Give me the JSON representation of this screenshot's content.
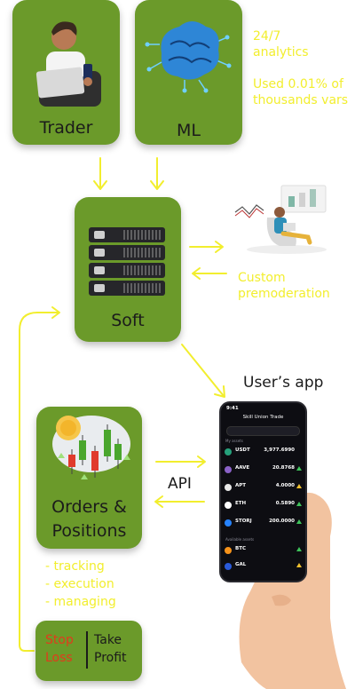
{
  "nodes": {
    "trader": {
      "label": "Trader"
    },
    "ml": {
      "label": "ML"
    },
    "soft": {
      "label": "Soft"
    },
    "orders": {
      "label": "Orders & Positions"
    },
    "stop_loss": {
      "label": "Stop Loss"
    },
    "take_profit": {
      "label": "Take Profit"
    }
  },
  "notes": {
    "analytics": "24/7 analytics",
    "vars": "Used 0.01% of thousands vars",
    "premoderation": "Custom premoderation",
    "user_app": "User’s app",
    "api": "API",
    "order_actions": [
      "- tracking",
      "- execution",
      "- managing"
    ]
  },
  "phone": {
    "time": "9:41",
    "title": "Skill Union Trade",
    "section1": "My assets",
    "section2": "Available assets",
    "assets": [
      {
        "symbol": "USDT",
        "value": "3,977.6990",
        "color": "#26a17b",
        "indicator": "none"
      },
      {
        "symbol": "AAVE",
        "value": "20.8768",
        "color": "#8b62c8",
        "indicator": "up"
      },
      {
        "symbol": "APT",
        "value": "4.0000",
        "color": "#e8e8e8",
        "indicator": "down"
      },
      {
        "symbol": "ETH",
        "value": "0.5890",
        "color": "#ffffff",
        "indicator": "up"
      },
      {
        "symbol": "STORJ",
        "value": "200.0000",
        "color": "#2683ff",
        "indicator": "up"
      }
    ],
    "available": [
      {
        "symbol": "BTC",
        "color": "#f7931a",
        "indicator": "up"
      },
      {
        "symbol": "GAL",
        "color": "#2a5ada",
        "indicator": "down"
      }
    ]
  },
  "colors": {
    "card": "#6b9a2a",
    "accent": "#f2ee2e",
    "stop_loss": "#e13b1c"
  }
}
